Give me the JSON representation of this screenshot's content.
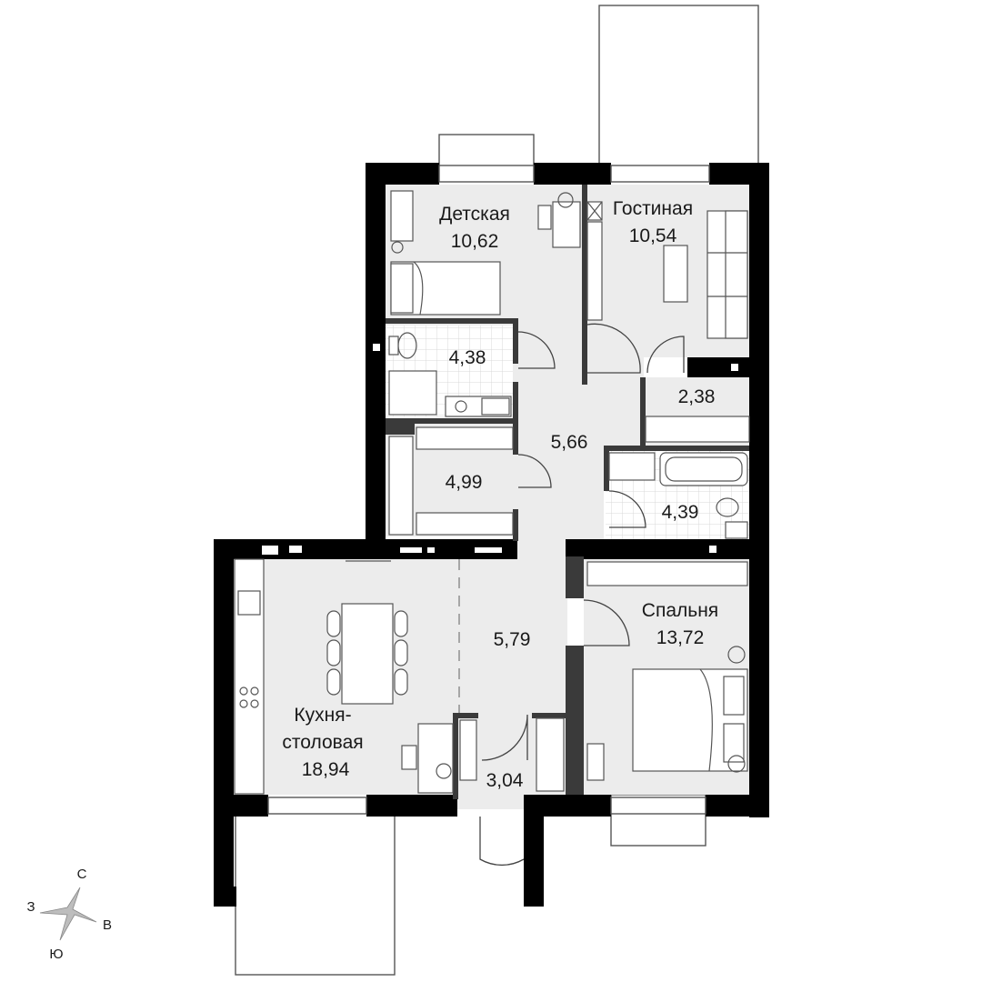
{
  "rooms": {
    "children": {
      "name": "Детская",
      "area": "10,62"
    },
    "living": {
      "name": "Гостиная",
      "area": "10,54"
    },
    "bath1": {
      "area": "4,38"
    },
    "hall": {
      "area": "5,66"
    },
    "storage1": {
      "area": "2,38"
    },
    "closet": {
      "area": "4,99"
    },
    "bath2": {
      "area": "4,39"
    },
    "bedroom": {
      "name": "Спальня",
      "area": "13,72"
    },
    "corridor": {
      "area": "5,79"
    },
    "kitchen": {
      "name_line1": "Кухня-",
      "name_line2": "столовая",
      "area": "18,94"
    },
    "entry": {
      "area": "3,04"
    }
  },
  "compass": {
    "north": "С",
    "south": "Ю",
    "west": "З",
    "east": "В"
  },
  "colors": {
    "wall": "#000000",
    "floor": "#ececec",
    "tile": "#ffffff"
  }
}
